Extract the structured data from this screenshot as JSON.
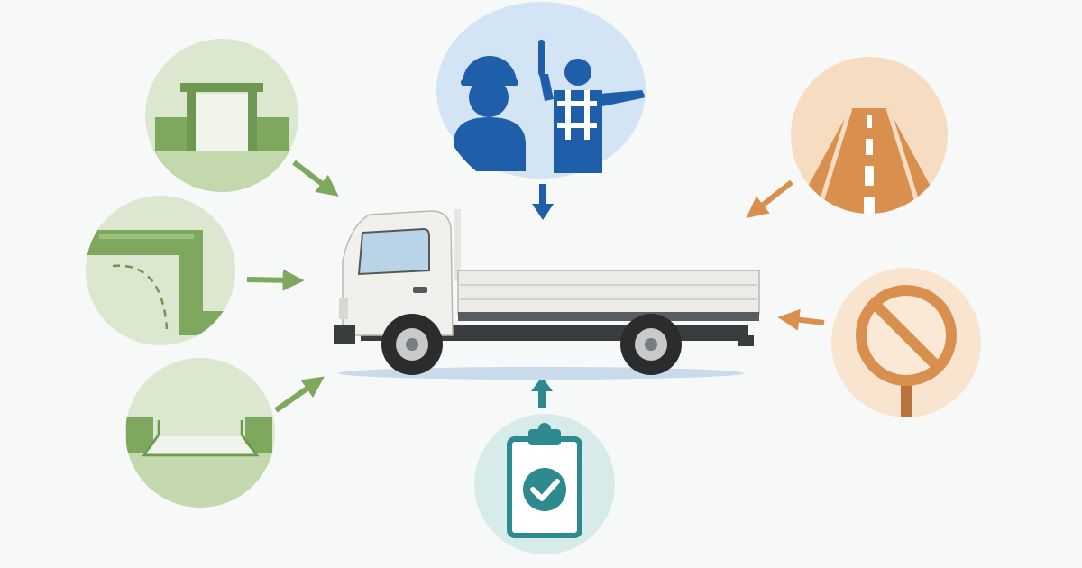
{
  "diagram": {
    "center": {
      "subject": "truck-icon"
    },
    "nodes": [
      {
        "id": "gate-clearance",
        "icon": "gate-icon",
        "group": "site-conditions",
        "color": "#8fb36f"
      },
      {
        "id": "corner-turn",
        "icon": "turn-corner-icon",
        "group": "site-conditions",
        "color": "#8fb36f"
      },
      {
        "id": "narrow-passage",
        "icon": "narrow-path-icon",
        "group": "site-conditions",
        "color": "#8fb36f"
      },
      {
        "id": "guide-staff",
        "icon": "traffic-guide-workers-icon",
        "group": "people",
        "color": "#1f5ea8"
      },
      {
        "id": "inspection",
        "icon": "checklist-icon",
        "group": "check",
        "color": "#2d8a8f"
      },
      {
        "id": "road",
        "icon": "road-icon",
        "group": "road-conditions",
        "color": "#d9904e"
      },
      {
        "id": "restriction",
        "icon": "no-entry-sign-icon",
        "group": "road-conditions",
        "color": "#d9904e"
      }
    ]
  },
  "colors": {
    "background": "#f7f8f8",
    "green": "#8fb36f",
    "green_dark": "#6e9852",
    "green_bg": "#dbe8cf",
    "blue": "#1f5ea8",
    "blue_bg": "#d3e4f4",
    "teal": "#2d8a8f",
    "teal_bg": "#d8ebeb",
    "orange": "#d9904e",
    "orange_bg": "#f6dcc1"
  }
}
